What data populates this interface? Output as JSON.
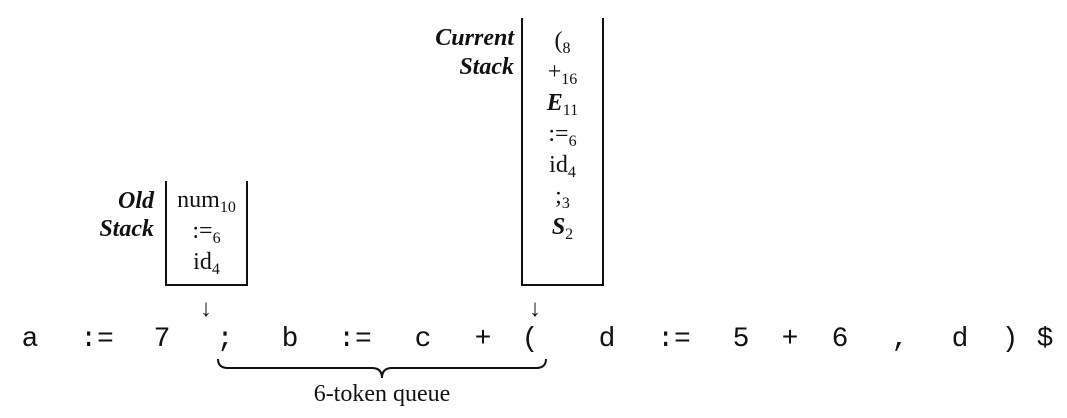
{
  "old_stack": {
    "label_line1": "Old",
    "label_line2": "Stack",
    "entries": [
      {
        "sym": "num",
        "sub": "10",
        "italic": false
      },
      {
        "sym": ":=",
        "sub": "6",
        "italic": false
      },
      {
        "sym": "id",
        "sub": "4",
        "italic": false
      }
    ]
  },
  "current_stack": {
    "label_line1": "Current",
    "label_line2": "Stack",
    "entries": [
      {
        "sym": "(",
        "sub": "8",
        "italic": false
      },
      {
        "sym": "+",
        "sub": "16",
        "italic": false
      },
      {
        "sym": "E",
        "sub": "11",
        "italic": true
      },
      {
        "sym": ":=",
        "sub": "6",
        "italic": false
      },
      {
        "sym": "id",
        "sub": "4",
        "italic": false
      },
      {
        "sym": ";",
        "sub": "3",
        "italic": false
      },
      {
        "sym": "S",
        "sub": "2",
        "italic": true
      }
    ]
  },
  "arrow_symbol": "↓",
  "tokens": [
    "a",
    ":=",
    "7",
    ";",
    "b",
    ":=",
    "c",
    "+",
    "(",
    "d",
    ":=",
    "5",
    "+",
    "6",
    ",",
    "d",
    ")",
    "$"
  ],
  "queue_label": "6-token queue"
}
